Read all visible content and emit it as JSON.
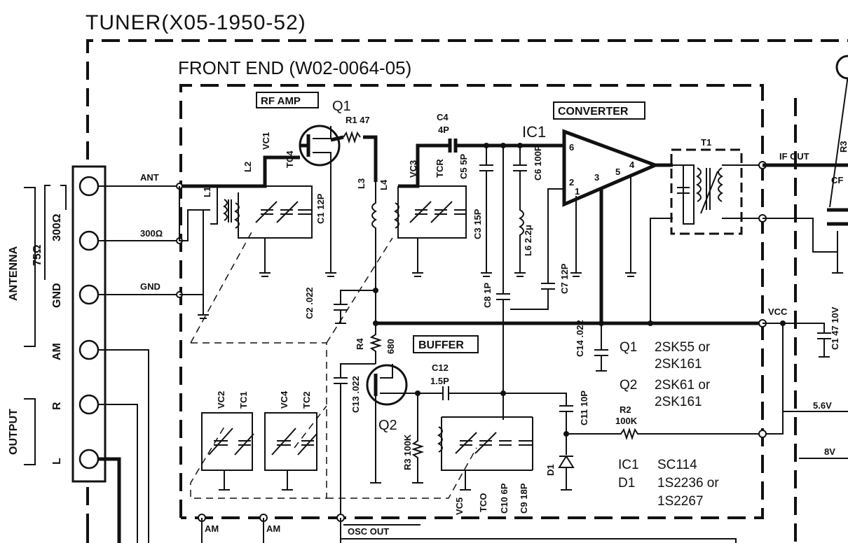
{
  "titles": {
    "tuner": "TUNER(X05-1950-52)",
    "front_end": "FRONT END (W02-0064-05)"
  },
  "blocks": {
    "rf_amp": "RF AMP",
    "converter": "CONVERTER",
    "buffer": "BUFFER"
  },
  "side_labels": {
    "antenna": "ANTENNA",
    "ohm75": "75Ω",
    "ohm300": "300Ω",
    "gnd": "GND",
    "am": "AM",
    "output": "OUTPUT",
    "r": "R",
    "l": "L"
  },
  "inputs": {
    "ant": "ANT",
    "ohm300": "300Ω",
    "gnd": "GND"
  },
  "components": {
    "q1": "Q1",
    "q2": "Q2",
    "ic1": "IC1",
    "r1": "R1 47",
    "c4": "C4",
    "c4v": "4P",
    "l1": "L1",
    "l2": "L2",
    "l3": "L3",
    "l4": "L4",
    "vc1": "VC1",
    "tc4": "TC4",
    "c1": "C1 12P",
    "vc3": "VC3",
    "tcr": "TCR",
    "c5": "C5 5P",
    "c3": "C3 15P",
    "l6": "L6 2.2μ",
    "c6": "C6 100P",
    "c7": "C7 12P",
    "c8": "C8 1P",
    "c2": "C2 .022",
    "r4": "R4",
    "r4v": "680",
    "c13": "C13 .022",
    "c12": "C12",
    "c12v": "1.5P",
    "r3": "R3 100K",
    "vc2": "VC2",
    "tc1": "TC1",
    "vc4": "VC4",
    "tc2": "TC2",
    "vc5": "VC5",
    "tco": "TCO",
    "c10": "C10 6P",
    "c9": "C9 18P",
    "c11": "C11 10P",
    "d1": "D1",
    "r2": "R2",
    "r2v": "100K",
    "c14": "C14 .022",
    "t1": "T1",
    "if_out": "IF OUT",
    "r3_out": "R3",
    "cf": "CF",
    "c1_out": "C1 47 10V",
    "vcc": "VCC",
    "v56": "5.6V",
    "v8": "8V",
    "pin6": "6",
    "pin2": "2",
    "pin1": "1",
    "pin3": "3",
    "pin5": "5",
    "pin4": "4"
  },
  "bottom": {
    "am1": "AM",
    "am2": "AM",
    "osc_out": "OSC OUT"
  },
  "notes": [
    {
      "ref": "Q1",
      "parts": "2SK55 or"
    },
    {
      "ref": "",
      "parts": "2SK161"
    },
    {
      "ref": "Q2",
      "parts": "2SK61 or"
    },
    {
      "ref": "",
      "parts": "2SK161"
    },
    {
      "ref": "IC1",
      "parts": "SC114"
    },
    {
      "ref": "D1",
      "parts": "1S2236 or"
    },
    {
      "ref": "",
      "parts": "1S2267"
    }
  ]
}
